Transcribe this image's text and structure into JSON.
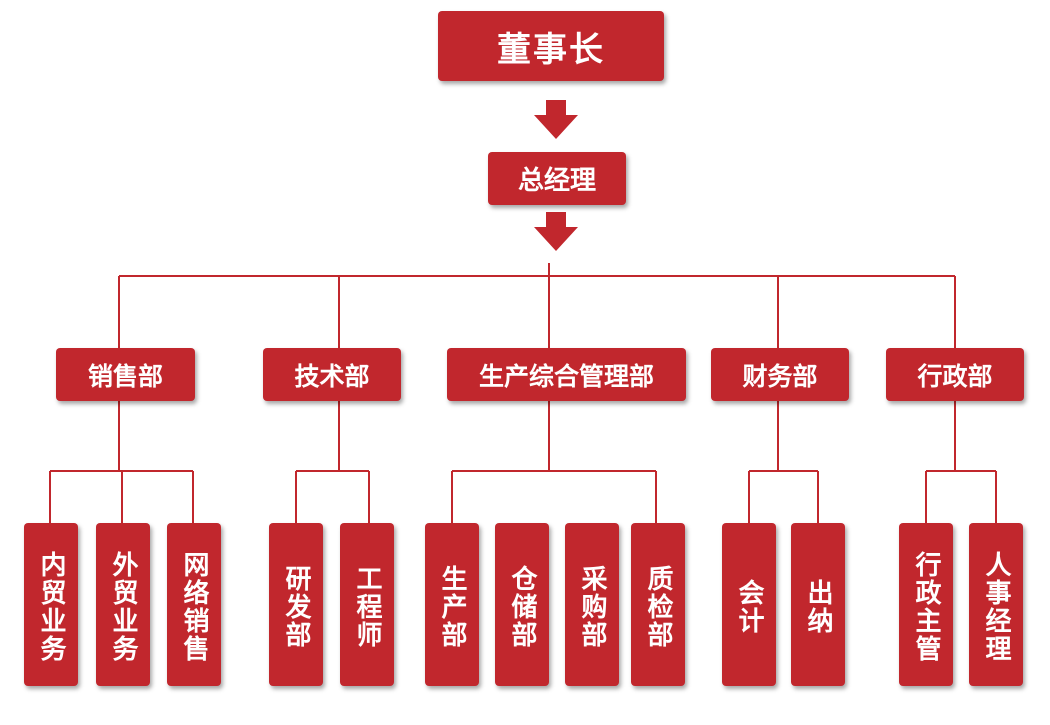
{
  "colors": {
    "box": "#c1272d",
    "line": "#c1272d",
    "text": "#ffffff"
  },
  "chairman": "董事长",
  "general_manager": "总经理",
  "departments": [
    {
      "name": "销售部",
      "subs": [
        "内贸业务",
        "外贸业务",
        "网络销售"
      ]
    },
    {
      "name": "技术部",
      "subs": [
        "研发部",
        "工程师"
      ]
    },
    {
      "name": "生产综合管理部",
      "subs": [
        "生产部",
        "仓储部",
        "采购部",
        "质检部"
      ]
    },
    {
      "name": "财务部",
      "subs": [
        "会计",
        "出纳"
      ]
    },
    {
      "name": "行政部",
      "subs": [
        "行政主管",
        "人事经理"
      ]
    }
  ]
}
